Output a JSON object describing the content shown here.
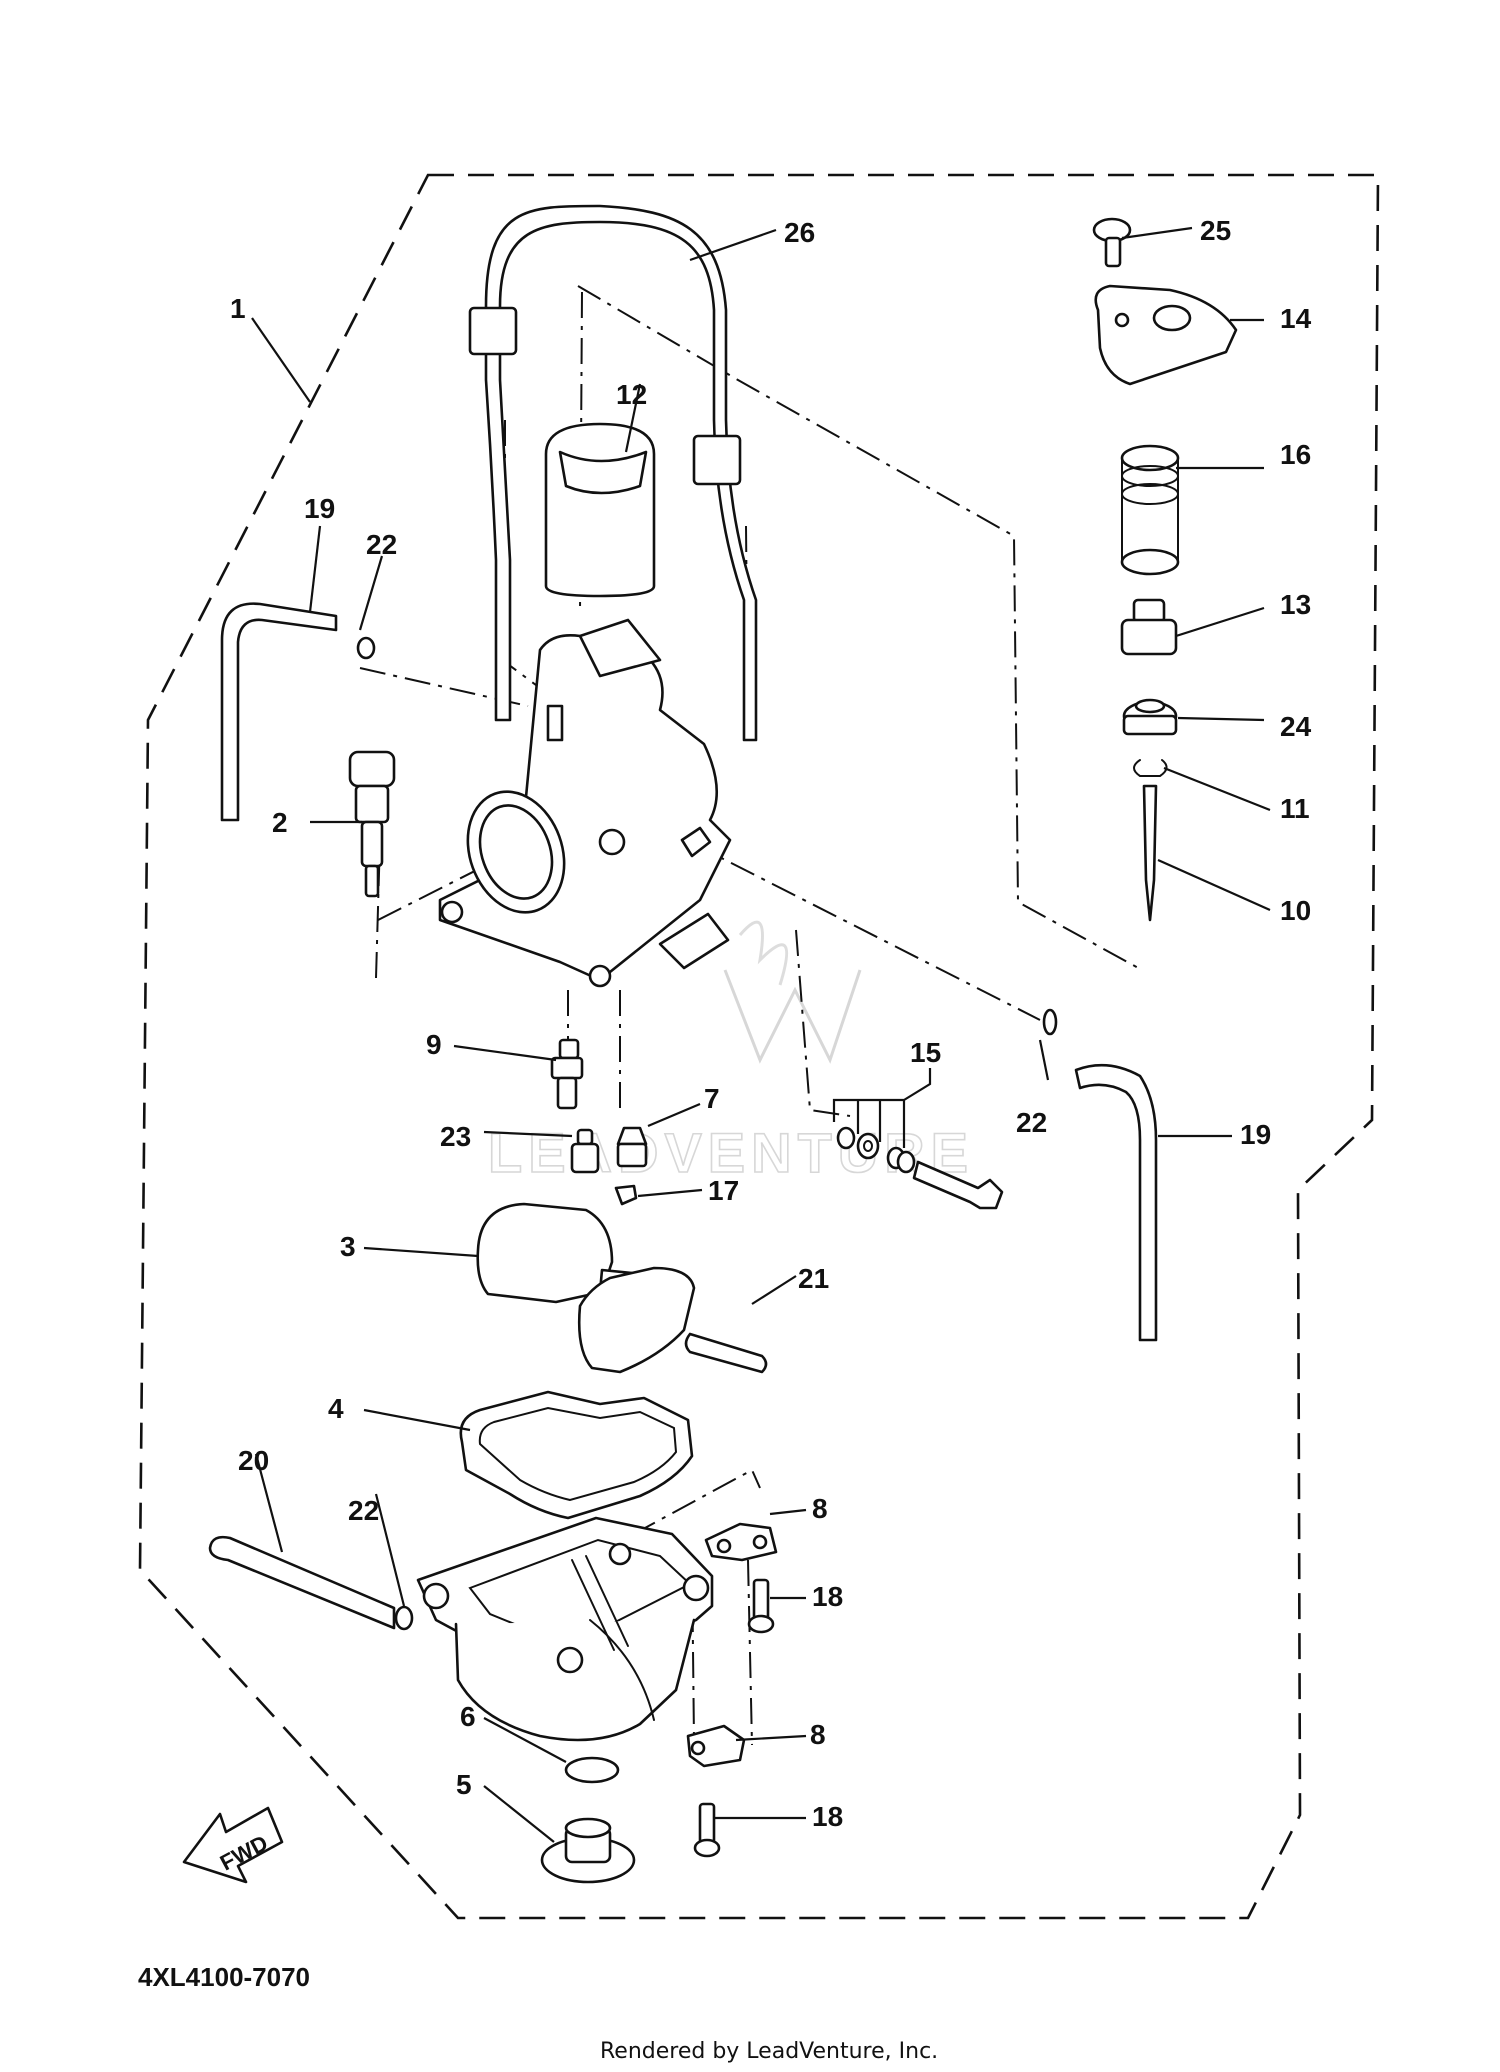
{
  "diagram": {
    "code": "4XL4100-7070",
    "credit": "Rendered by LeadVenture, Inc.",
    "watermark": "LEADVENTURE",
    "fwd_arrow": "FWD",
    "callouts": {
      "c1": "1",
      "c2": "2",
      "c3": "3",
      "c4": "4",
      "c5": "5",
      "c6": "6",
      "c7": "7",
      "c8a": "8",
      "c8b": "8",
      "c9": "9",
      "c10": "10",
      "c11": "11",
      "c12": "12",
      "c13": "13",
      "c14": "14",
      "c15": "15",
      "c16": "16",
      "c17": "17",
      "c18a": "18",
      "c18b": "18",
      "c19a": "19",
      "c19b": "19",
      "c20": "20",
      "c21": "21",
      "c22a": "22",
      "c22b": "22",
      "c22c": "22",
      "c23": "23",
      "c24": "24",
      "c25": "25",
      "c26": "26"
    }
  }
}
